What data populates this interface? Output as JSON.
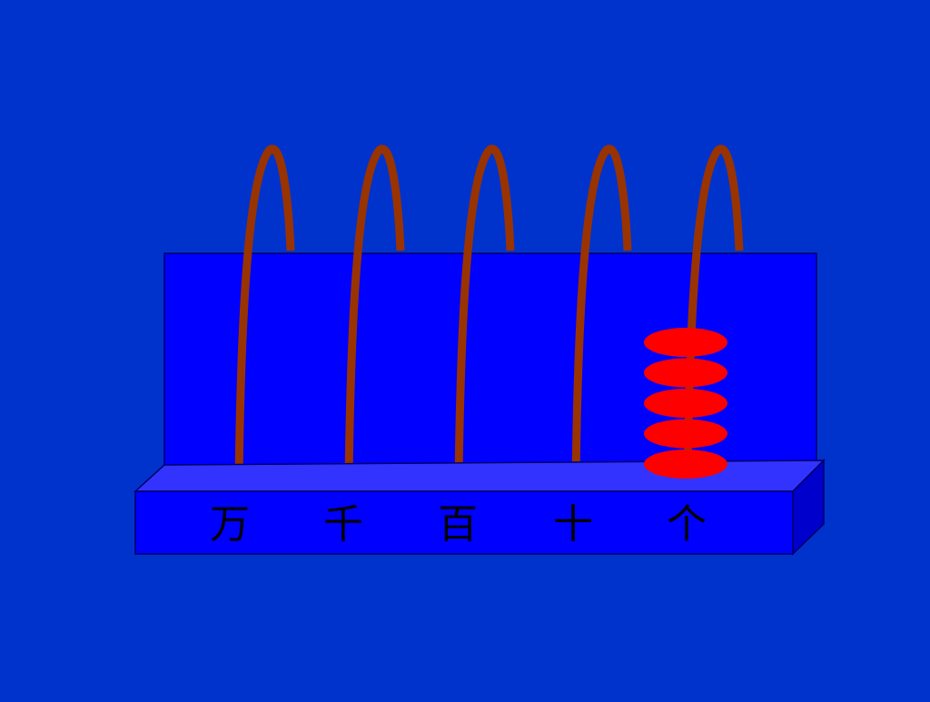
{
  "colors": {
    "background": "#0033cc",
    "board": "#0000ff",
    "base_front": "#0000ff",
    "base_top": "#3333ff",
    "base_side": "#0000cc",
    "outline": "#000066",
    "rod": "#993300",
    "bead": "#ff0000"
  },
  "abacus": {
    "rods": [
      {
        "label": "万",
        "beads": 0
      },
      {
        "label": "千",
        "beads": 0
      },
      {
        "label": "百",
        "beads": 0
      },
      {
        "label": "十",
        "beads": 0
      },
      {
        "label": "个",
        "beads": 5
      }
    ]
  }
}
